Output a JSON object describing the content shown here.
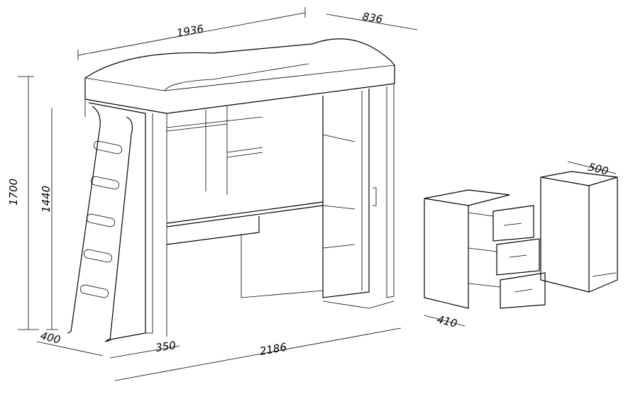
{
  "dimensions": {
    "bed_length": "1936",
    "bed_depth": "836",
    "total_height": "1700",
    "bed_height": "1440",
    "ladder_depth": "400",
    "side_depth": "350",
    "total_length": "2186",
    "drawer_unit_depth": "410",
    "cabinet_depth": "500"
  },
  "colors": {
    "line": "#000000",
    "background": "#ffffff"
  }
}
